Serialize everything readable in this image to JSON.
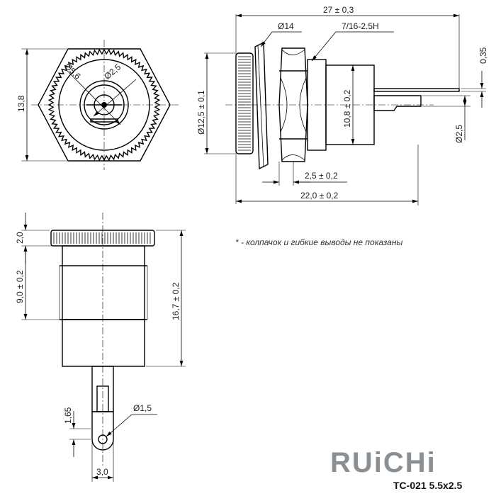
{
  "front_view": {
    "height_dim": "13,8",
    "inner_dia": "Ø5,6",
    "pin_dia": "Ø2,5"
  },
  "side_view": {
    "total_length": "27 ± 0,3",
    "flange_dia": "Ø14",
    "thread": "7/16-2.5H",
    "pin_thickness": "0,35",
    "body_dia": "Ø12,5 ± 0,1",
    "thread_dia": "10,8 ± 0,2",
    "pin_dia": "Ø2,5",
    "thread_length": "2,5 ± 0,2",
    "body_length": "22,0 ± 0,2"
  },
  "bottom_view": {
    "cap_height": "2,0",
    "thread_height": "9,0 ± 0,2",
    "body_height": "16,7 ± 0,2",
    "lug_offset": "1,65",
    "hole_dia": "Ø1,5",
    "lug_width": "3,0"
  },
  "note": "* - колпачок и гибкие выводы не показаны",
  "brand": {
    "logo": "RUiCHi",
    "model": "TC-021 5.5x2.5"
  }
}
